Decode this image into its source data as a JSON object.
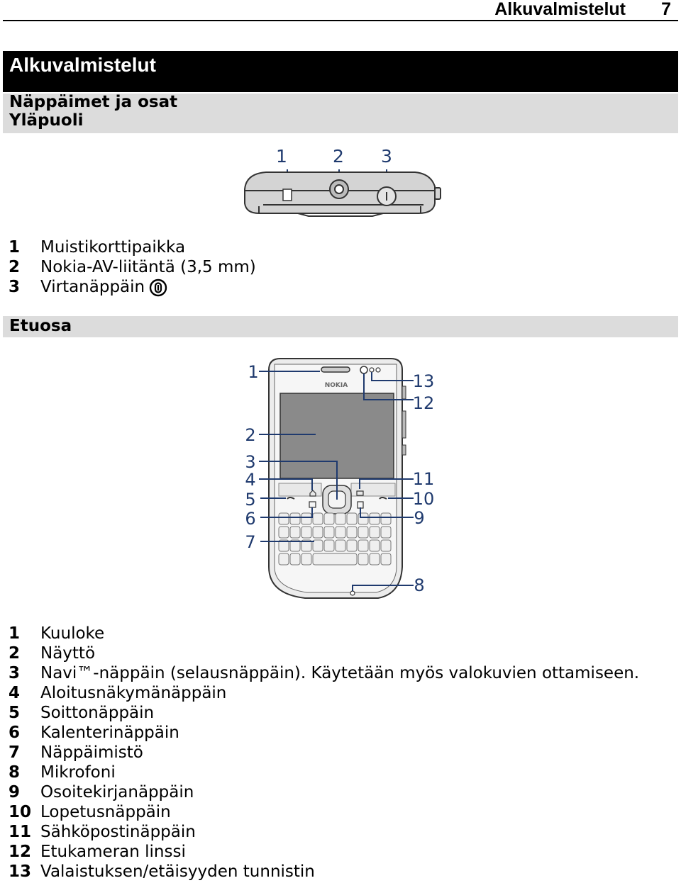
{
  "header": {
    "chapter_title": "Alkuvalmistelut",
    "page_number": "7"
  },
  "chapter": {
    "title": "Alkuvalmistelut"
  },
  "section_keys": {
    "title": "Näppäimet ja osat",
    "subtitle": "Yläpuoli"
  },
  "top_view": {
    "callouts": [
      "1",
      "2",
      "3"
    ],
    "items": [
      {
        "num": "1",
        "text": "Muistikorttipaikka"
      },
      {
        "num": "2",
        "text": "Nokia-AV-liitäntä (3,5 mm)"
      },
      {
        "num": "3",
        "text": "Virtanäppäin",
        "icon": "power-icon"
      }
    ]
  },
  "front_view": {
    "title": "Etuosa",
    "brand": "NOKIA",
    "callouts_left": [
      "1",
      "2",
      "3",
      "4",
      "5",
      "6",
      "7"
    ],
    "callouts_right": [
      "13",
      "12",
      "11",
      "10",
      "9",
      "8"
    ],
    "items": [
      {
        "num": "1",
        "text": "Kuuloke"
      },
      {
        "num": "2",
        "text": "Näyttö"
      },
      {
        "num": "3",
        "text": "Navi™-näppäin (selausnäppäin). Käytetään myös valokuvien ottamiseen."
      },
      {
        "num": "4",
        "text": "Aloitusnäkymänäppäin"
      },
      {
        "num": "5",
        "text": "Soittonäppäin"
      },
      {
        "num": "6",
        "text": "Kalenterinäppäin"
      },
      {
        "num": "7",
        "text": "Näppäimistö"
      },
      {
        "num": "8",
        "text": "Mikrofoni"
      },
      {
        "num": "9",
        "text": "Osoitekirjanäppäin"
      },
      {
        "num": "10",
        "text": "Lopetusnäppäin"
      },
      {
        "num": "11",
        "text": "Sähköpostinäppäin"
      },
      {
        "num": "12",
        "text": "Etukameran linssi"
      },
      {
        "num": "13",
        "text": "Valaistuksen/etäisyyden tunnistin"
      }
    ]
  }
}
